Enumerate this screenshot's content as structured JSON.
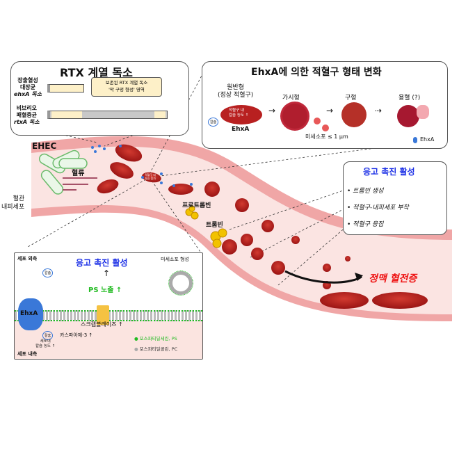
{
  "rtx_panel": {
    "title": "RTX 계열 독소",
    "ehec_label": [
      "장출혈성",
      "대장균",
      "ehxA 독소"
    ],
    "vibrio_label": [
      "비브리오",
      "패혈증균",
      "rtxA 독소"
    ],
    "legend_text": [
      "보존된 RTX 계열 독소",
      "'막 구멍 형성' 영역"
    ]
  },
  "morph_panel": {
    "title": "EhxA에 의한 적혈구 형태 변화",
    "stages": [
      "원반형\n(정상 적혈구)",
      "가시형",
      "구형",
      "용혈 (?)"
    ],
    "rbc_text": "적혈구 내\n칼슘 농도 ↑",
    "ion_label": "칼슘",
    "ehxa_label": "EhxA",
    "microvesicle_label": "미세소포 ≤ 1 μm",
    "legend_label": "EhxA"
  },
  "vessel": {
    "ehec_label": "EHEC",
    "flow_label": "혈류",
    "endothelium_label": "혈관\n내피세포",
    "rbc_small_text": "적혈구 내\n칼슘 증가",
    "prothrombin_label": "프로트롬빈",
    "thrombin_label": "트롬빈",
    "thrombosis_label": "정맥 혈전증"
  },
  "coag_panel": {
    "title": "응고 촉진 활성",
    "items": [
      "트롬빈 생성",
      "적혈구-내피세포 부착",
      "적혈구 응집"
    ]
  },
  "membrane_panel": {
    "outside_label": "세포 외측",
    "inside_label": "세포 내측",
    "title": "응고 촉진 활성",
    "ps_exposure": "PS 노출 ↑",
    "microvesicle_formation": "미세소포 형성",
    "ehxa_label": "EhxA",
    "ion_label": "칼슘",
    "scramblase": "스크램블레이즈 ↑",
    "caspase": "카스파아제-3 ↑",
    "intracellular_calcium": "세포내\n칼슘 농도 ↑",
    "legend": [
      "포스파티딜세린, PS",
      "포스파티딜콜린, PC"
    ]
  },
  "colors": {
    "title_blue": "#1a2ee6",
    "thrombosis_red": "#ee1111",
    "ps_green": "#22bb22",
    "ehxa_blue": "#3a78d8",
    "rbc_red": "#b81c1c",
    "vessel_pink": "#f9dede"
  }
}
